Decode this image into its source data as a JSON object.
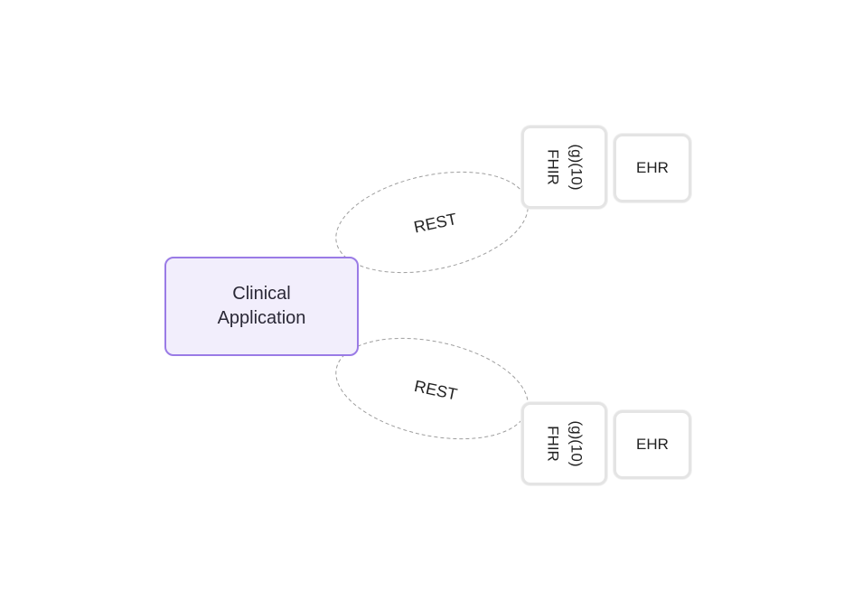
{
  "application": {
    "label": "Clinical Application"
  },
  "connections": [
    {
      "protocol": "REST"
    },
    {
      "protocol": "REST"
    }
  ],
  "endpoints": [
    {
      "api_line1": "(g)(10)",
      "api_line2": "FHIR",
      "system": "EHR"
    },
    {
      "api_line1": "(g)(10)",
      "api_line2": "FHIR",
      "system": "EHR"
    }
  ],
  "colors": {
    "application_fill": "#f2eefc",
    "application_border": "#9a7be6",
    "card_border": "#e4e4e4",
    "connector": "#9e9e9e"
  }
}
